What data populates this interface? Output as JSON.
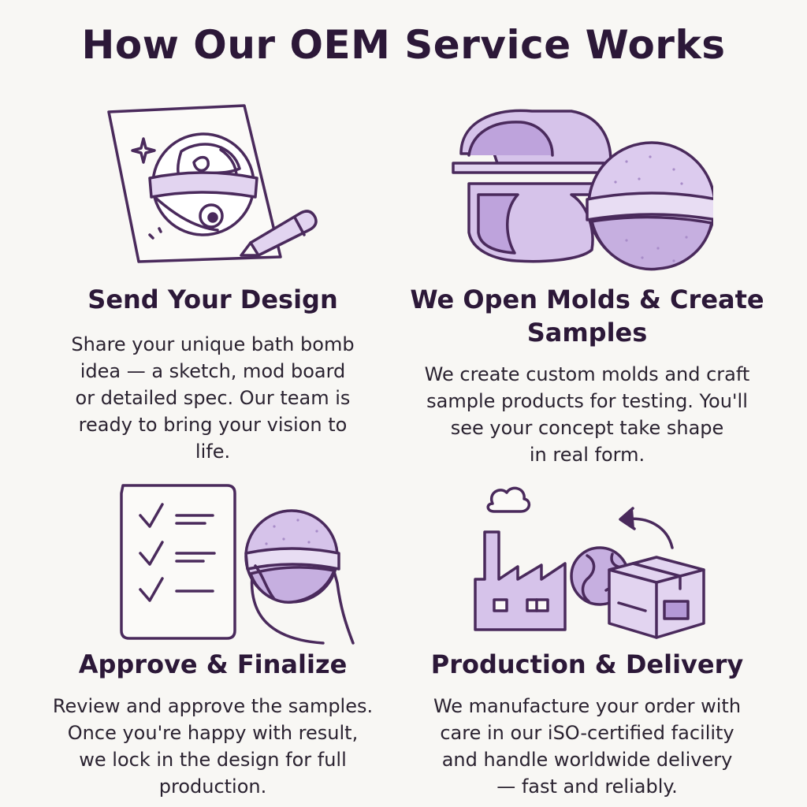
{
  "page": {
    "title": "How Our OEM Service Works"
  },
  "colors": {
    "outline": "#4a2a5c",
    "fill_light": "#e2d4f0",
    "fill_mid": "#c8b0e0",
    "background": "#f8f7f4"
  },
  "steps": [
    {
      "icon": "design-sketch-icon",
      "title": "Send Your Design",
      "description": "Share your unique bath bomb\nidea — a sketch, mod board\nor detailed spec. Our team is\nready to bring your vision to\nlife."
    },
    {
      "icon": "mold-sample-icon",
      "title": "We Open Molds &\nCreate Samples",
      "description": "We create custom molds and craft\nsample products for testing. You'll\nsee your concept take shape\nin real form."
    },
    {
      "icon": "checklist-approval-icon",
      "title": "Approve & Finalize",
      "description": "Review and approve the samples.\nOnce you're happy with result,\nwe lock in the design for full\nproduction."
    },
    {
      "icon": "factory-delivery-icon",
      "title": "Production & Delivery",
      "description": "We manufacture your order with\ncare in our iSO-certified facility\nand handle worldwide delivery\n— fast and reliably."
    }
  ]
}
